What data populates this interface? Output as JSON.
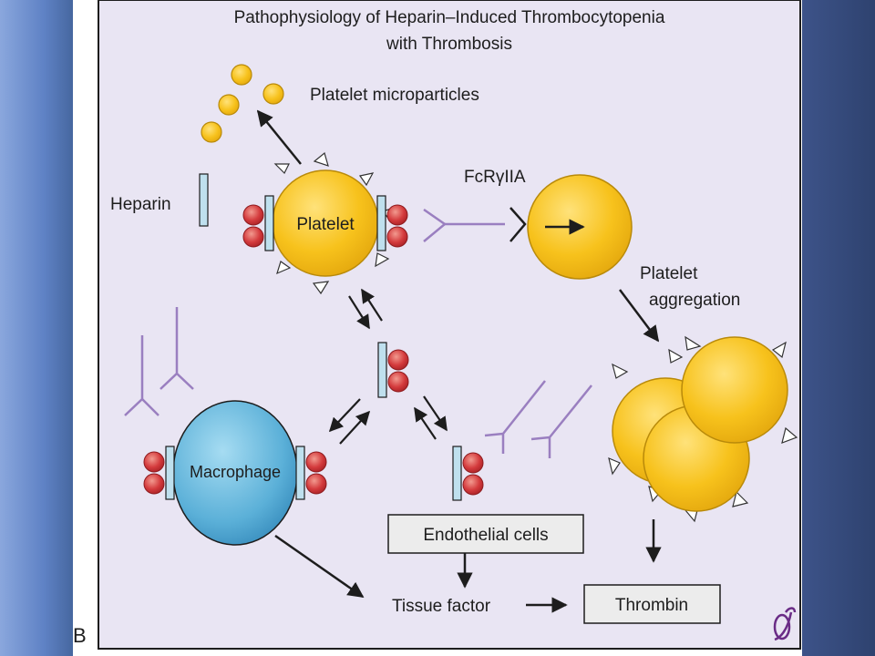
{
  "title": {
    "line1": "Pathophysiology of Heparin–Induced Thrombocytopenia",
    "line2": "with Thrombosis"
  },
  "labels": {
    "platelet_microparticles": "Platelet microparticles",
    "heparin": "Heparin",
    "platelet": "Platelet",
    "fcr": "FcRγIIA",
    "aggregation_line1": "Platelet",
    "aggregation_line2": "aggregation",
    "macrophage": "Macrophage",
    "endothelial_cells": "Endothelial cells",
    "tissue_factor": "Tissue factor",
    "thrombin": "Thrombin",
    "panel_letter": "B"
  },
  "colors": {
    "panel_bg": "#e9e5f3",
    "platelet_fill": "#f7c21c",
    "macrophage_fill": "#5bb0d8",
    "pf4_red": "#d43b3d",
    "heparin_blue": "#bfe0ee",
    "antibody_purple": "#9a7fc0",
    "box_fill": "#ececec"
  }
}
